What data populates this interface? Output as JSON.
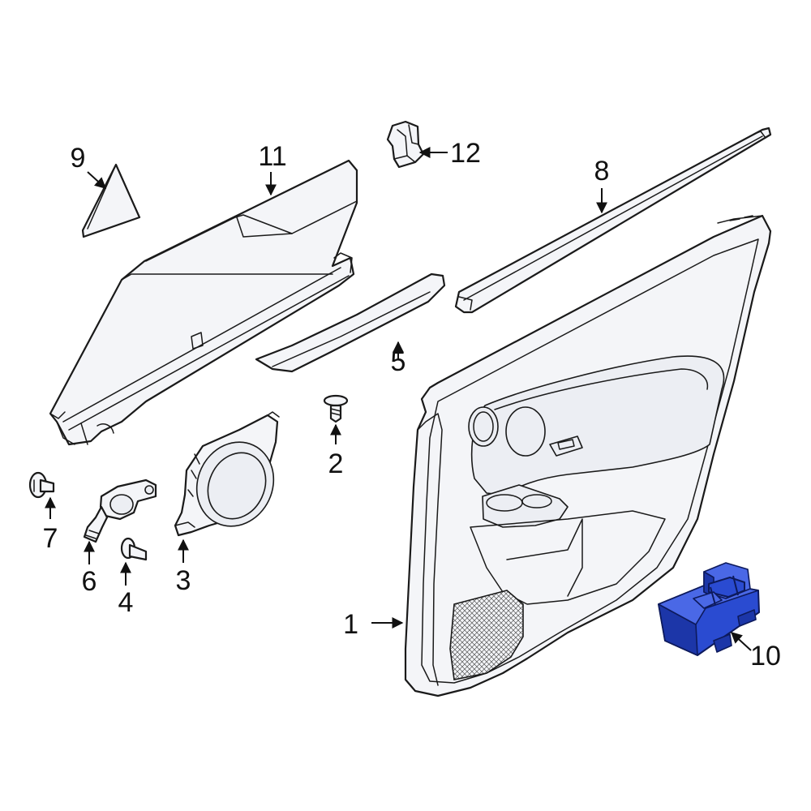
{
  "callouts": {
    "c1": "1",
    "c2": "2",
    "c3": "3",
    "c4": "4",
    "c5": "5",
    "c6": "6",
    "c7": "7",
    "c8": "8",
    "c9": "9",
    "c10": "10",
    "c11": "11",
    "c12": "12"
  },
  "colors": {
    "highlight": "#2a4bd1",
    "line": "#1a1a1a",
    "part_fill": "#f4f5f8"
  },
  "highlighted_part": "10"
}
